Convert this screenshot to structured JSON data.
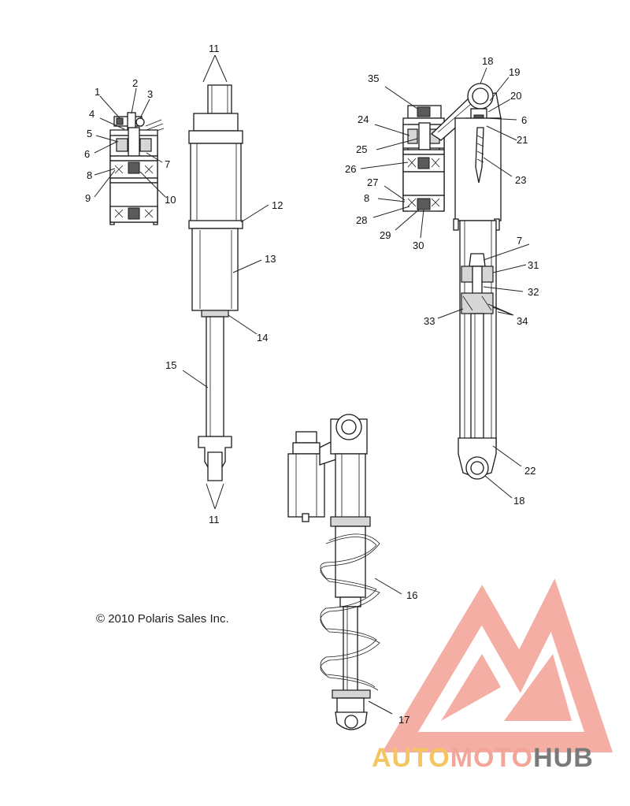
{
  "copyright": "© 2010 Polaris Sales Inc.",
  "watermark": {
    "brand_auto": "AUTO",
    "brand_moto": "MOTO",
    "brand_hub": "HUB",
    "colors": {
      "logo": "#f3a59a",
      "auto": "#f5c463",
      "moto": "#f3a59a",
      "hub": "#7a7a7a"
    }
  },
  "callouts": {
    "c1": "1",
    "c2": "2",
    "c3": "3",
    "c4": "4",
    "c5": "5",
    "c6": "6",
    "c7": "7",
    "c8": "8",
    "c9": "9",
    "c10": "10",
    "c11a": "11",
    "c11b": "11",
    "c12": "12",
    "c13": "13",
    "c14": "14",
    "c15": "15",
    "c16": "16",
    "c17": "17",
    "c18a": "18",
    "c18b": "18",
    "c19": "19",
    "c20": "20",
    "c6b": "6",
    "c21": "21",
    "c22": "22",
    "c23": "23",
    "c24": "24",
    "c25": "25",
    "c26": "26",
    "c27": "27",
    "c8b": "8",
    "c28": "28",
    "c29": "29",
    "c30": "30",
    "c7b": "7",
    "c31": "31",
    "c32": "32",
    "c33": "33",
    "c34": "34",
    "c35": "35"
  }
}
